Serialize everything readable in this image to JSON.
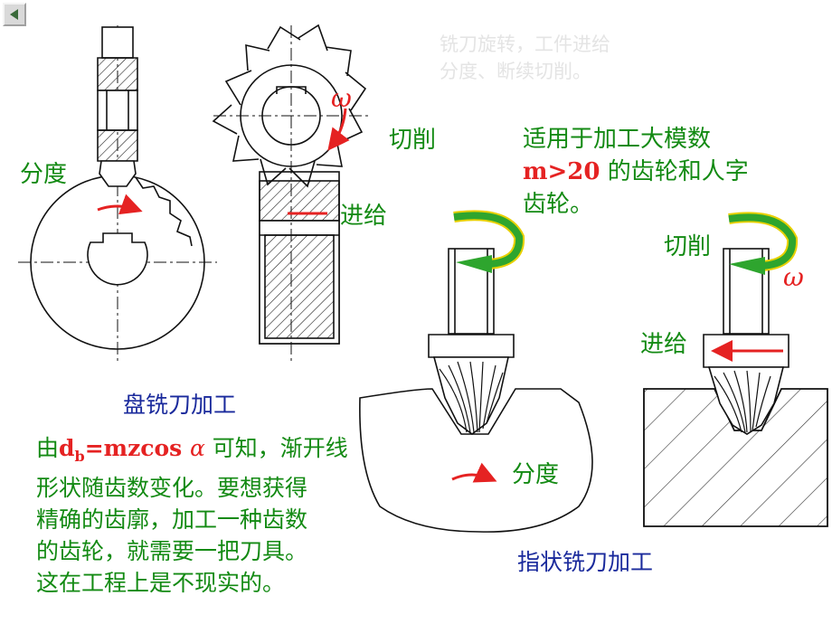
{
  "nav": {
    "back_icon": "triangle-left-icon"
  },
  "labels": {
    "indexing_left": "分度",
    "cutting_top": "切削",
    "feed_top": "进给",
    "disc_cutter_caption": "盘铣刀加工",
    "omega_symbol": "ω",
    "cutting_right": "切削",
    "feed_right": "进给",
    "indexing_bottom": "分度",
    "finger_cutter_caption": "指状铣刀加工"
  },
  "faint_note": {
    "line1": "铣刀旋转，工件进给",
    "line2": "分度、断续切削。"
  },
  "applicability_note": {
    "line1": "适用于加工大模数",
    "line2_value": "m>20",
    "line2_rest": " 的齿轮和人字",
    "line3": "齿轮。"
  },
  "paragraph": {
    "prefix": "由",
    "formula_d": "d",
    "formula_sub": "b",
    "formula_rest": "=mzcos ",
    "alpha": "α",
    "line1_rest": " 可知，渐开线",
    "line2": "形状随齿数变化。要想获得",
    "line3": "精确的齿廓，加工一种齿数",
    "line4": "的齿轮，就需要一把刀具。",
    "line5": "这在工程上是不现实的。"
  },
  "colors": {
    "label_green": "#138a13",
    "caption_blue": "#1a2a9c",
    "accent_red": "#e52222",
    "arrow_green": "#2ea52e",
    "arrow_yellow": "#e8d000"
  }
}
